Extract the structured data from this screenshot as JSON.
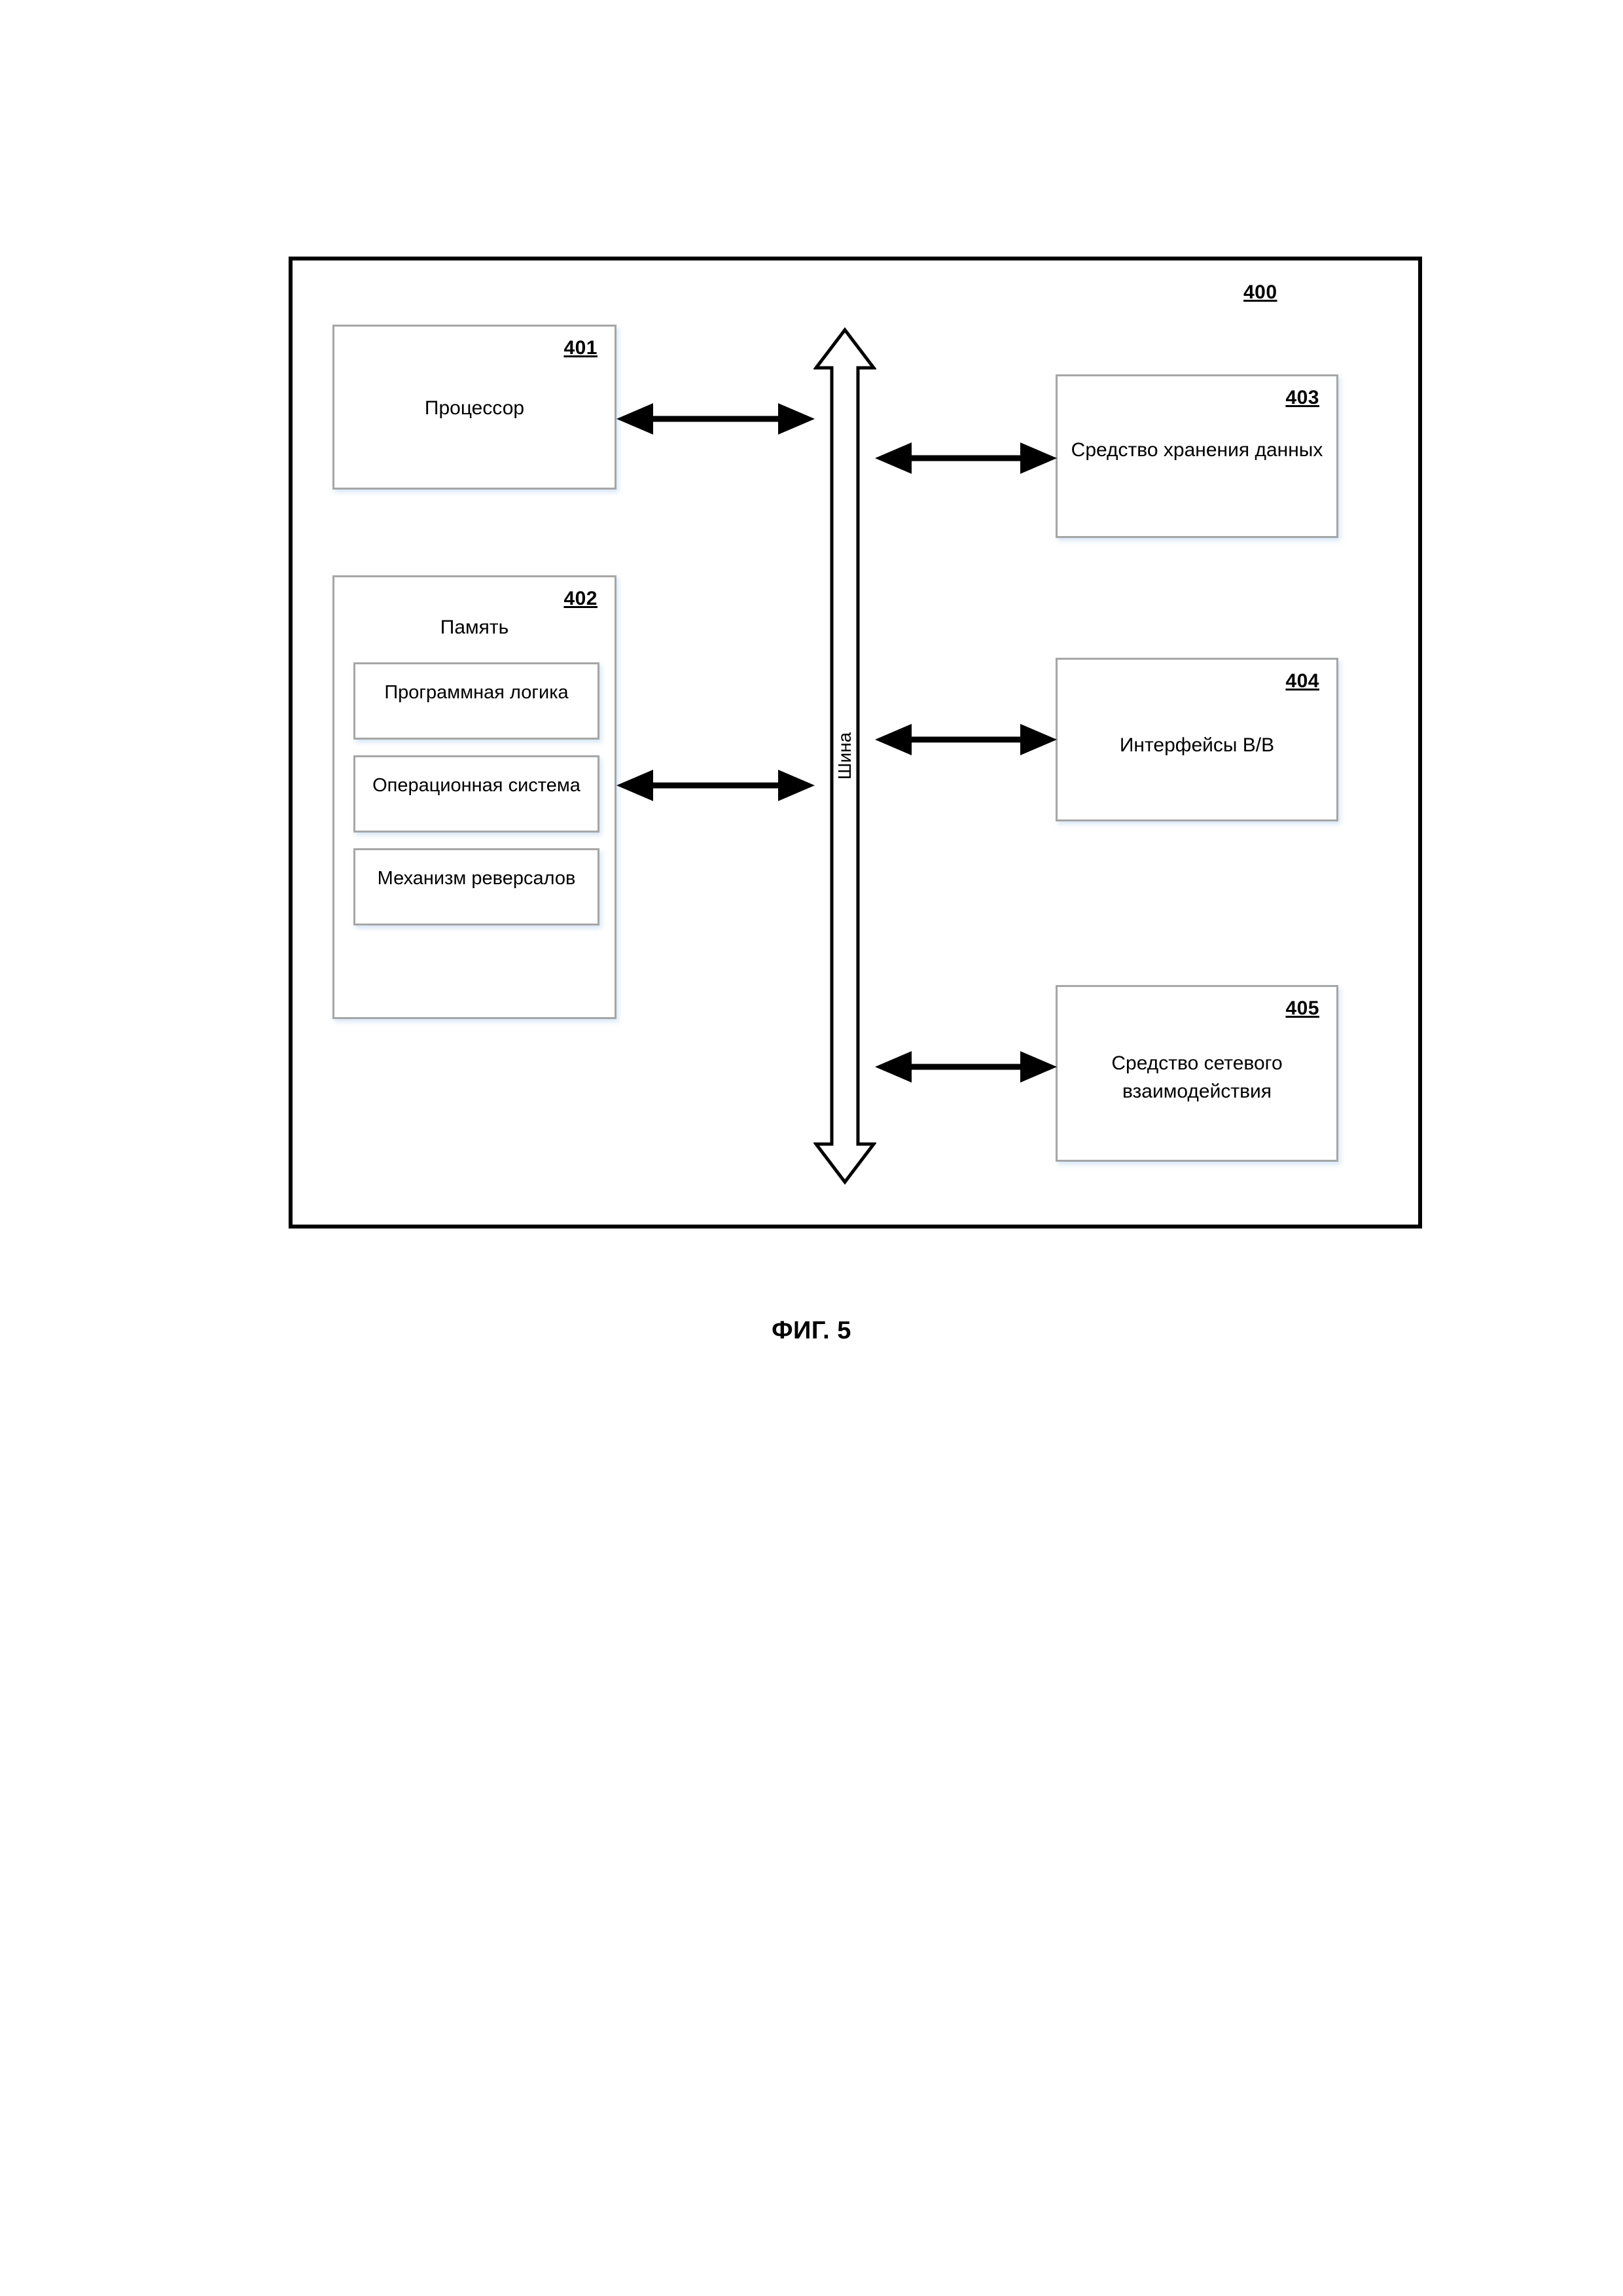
{
  "figure": {
    "caption": "ФИГ. 5",
    "root_label": "400"
  },
  "blocks": {
    "processor": {
      "label": "401",
      "title": "Процессор"
    },
    "memory": {
      "label": "402",
      "title": "Память",
      "sub_blocks": [
        {
          "title": "Программная логика"
        },
        {
          "title": "Операционная система"
        },
        {
          "title": "Механизм реверсалов"
        }
      ]
    },
    "storage": {
      "label": "403",
      "title": "Средство хранения данных"
    },
    "io": {
      "label": "404",
      "title": "Интерфейсы В/В"
    },
    "network": {
      "label": "405",
      "title": "Средство сетевого взаимодействия"
    }
  },
  "bus": {
    "label": "Шина"
  },
  "colors": {
    "frame_border": "#000000",
    "block_border": "#a6a6a6",
    "arrow": "#000000",
    "background": "#ffffff",
    "shadow_tint": "#78aae1"
  }
}
